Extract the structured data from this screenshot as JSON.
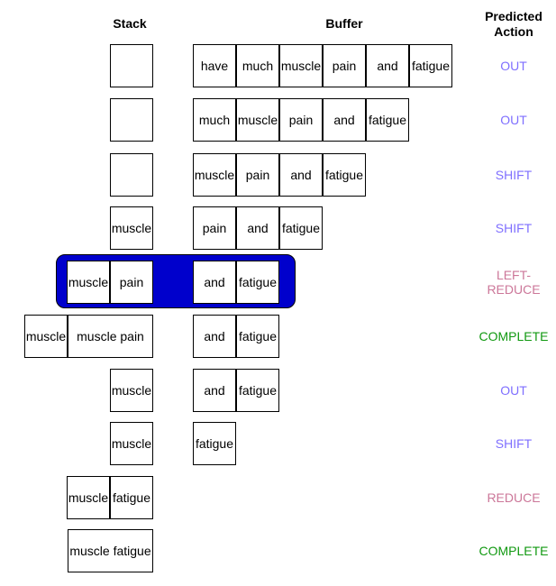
{
  "headers": {
    "stack": "Stack",
    "buffer": "Buffer",
    "action": "Predicted Action"
  },
  "colors": {
    "OUT": "#7f6fff",
    "SHIFT": "#7f6fff",
    "LEFT-REDUCE": "#cc7799",
    "REDUCE": "#cc7799",
    "COMPLETE": "#119911",
    "highlight": "#0000cc"
  },
  "highlighted_row": 4,
  "rows": [
    {
      "stack": [
        ""
      ],
      "buffer": [
        "have",
        "much",
        "muscle",
        "pain",
        "and",
        "fatigue"
      ],
      "action": "OUT"
    },
    {
      "stack": [
        ""
      ],
      "buffer": [
        "much",
        "muscle",
        "pain",
        "and",
        "fatigue"
      ],
      "action": "OUT"
    },
    {
      "stack": [
        ""
      ],
      "buffer": [
        "muscle",
        "pain",
        "and",
        "fatigue"
      ],
      "action": "SHIFT"
    },
    {
      "stack": [
        "muscle"
      ],
      "buffer": [
        "pain",
        "and",
        "fatigue"
      ],
      "action": "SHIFT"
    },
    {
      "stack": [
        "muscle",
        "pain"
      ],
      "buffer": [
        "and",
        "fatigue"
      ],
      "action": "LEFT-REDUCE"
    },
    {
      "stack": [
        "muscle",
        "muscle pain"
      ],
      "buffer": [
        "and",
        "fatigue"
      ],
      "action": "COMPLETE"
    },
    {
      "stack": [
        "muscle"
      ],
      "buffer": [
        "and",
        "fatigue"
      ],
      "action": "OUT"
    },
    {
      "stack": [
        "muscle"
      ],
      "buffer": [
        "fatigue"
      ],
      "action": "SHIFT"
    },
    {
      "stack": [
        "muscle",
        "fatigue"
      ],
      "buffer": [],
      "action": "REDUCE"
    },
    {
      "stack": [
        "muscle fatigue"
      ],
      "buffer": [],
      "action": "COMPLETE"
    }
  ]
}
